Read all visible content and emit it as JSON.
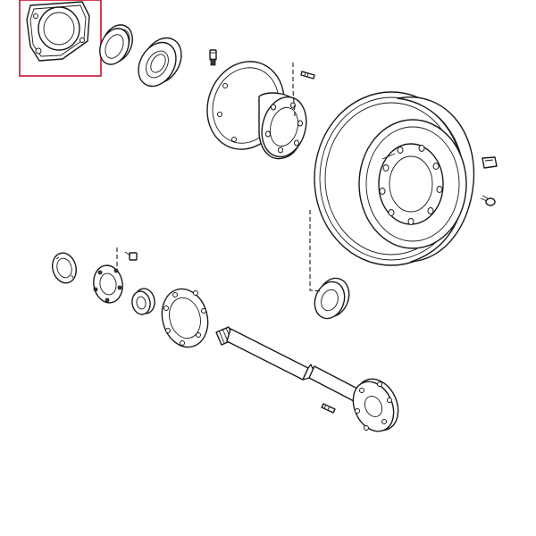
{
  "diagram": {
    "parts": [
      "bearing-retainer-plate",
      "oil-seal",
      "bearing-outer-race",
      "hub-bolt",
      "wheel-hub",
      "hub-stud",
      "brake-drum",
      "drum-clip",
      "drum-screw",
      "lock-nut",
      "bearing-lock-screw",
      "inner-lock-washer",
      "inner-bearing",
      "spacer-gasket",
      "inner-oil-seal",
      "axle-shaft",
      "axle-stud"
    ],
    "highlighted_part": "bearing-retainer-plate",
    "highlight_color": "#c8102e",
    "line_color": "#1a1a1a",
    "background_color": "#ffffff"
  }
}
